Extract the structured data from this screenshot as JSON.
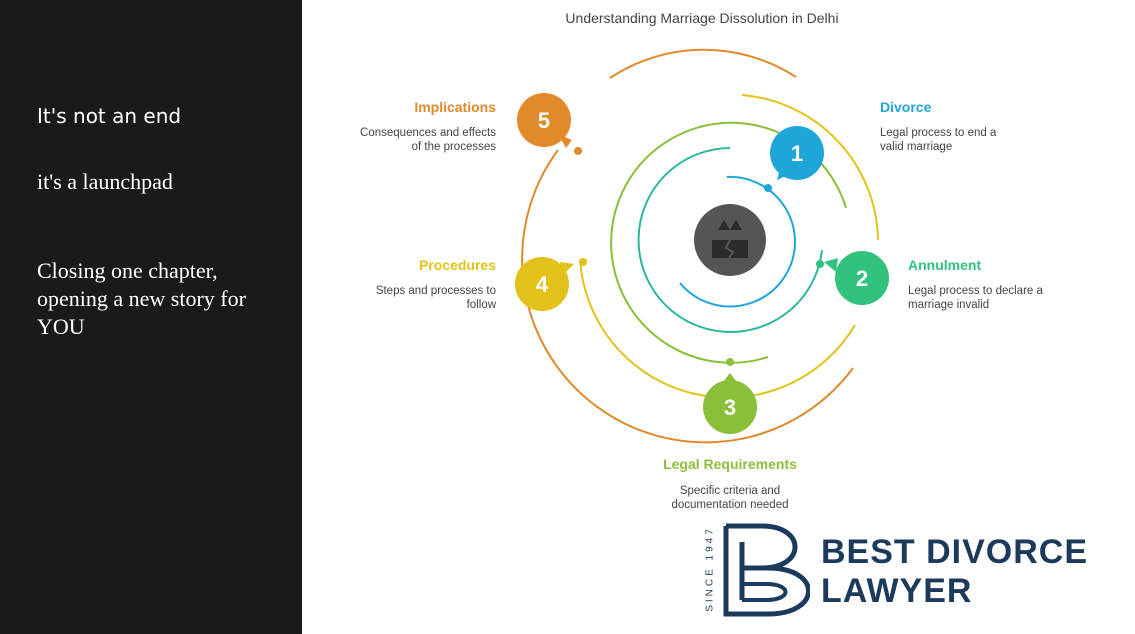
{
  "left_panel": {
    "line1": "It's not an end",
    "line2": "it's a launchpad",
    "line3": "Closing one chapter, opening a new story for YOU"
  },
  "diagram": {
    "title": "Understanding Marriage Dissolution in Delhi",
    "center_icon": "broken-house-icon",
    "steps": [
      {
        "number": "1",
        "title": "Divorce",
        "description": "Legal process to end a valid marriage",
        "color": "#1fa6d8"
      },
      {
        "number": "2",
        "title": "Annulment",
        "description": "Legal process to declare a marriage invalid",
        "color": "#33c17e"
      },
      {
        "number": "3",
        "title": "Legal Requirements",
        "description": "Specific criteria and documentation needed",
        "color": "#8bbf3a"
      },
      {
        "number": "4",
        "title": "Procedures",
        "description": "Steps and processes to follow",
        "color": "#e2c21a"
      },
      {
        "number": "5",
        "title": "Implications",
        "description": "Consequences and effects of the processes",
        "color": "#e08a2c"
      }
    ]
  },
  "logo": {
    "line1": "BEST DIVORCE",
    "line2": "LAWYER",
    "since": "SINCE 1947",
    "color": "#1b3a5c"
  }
}
